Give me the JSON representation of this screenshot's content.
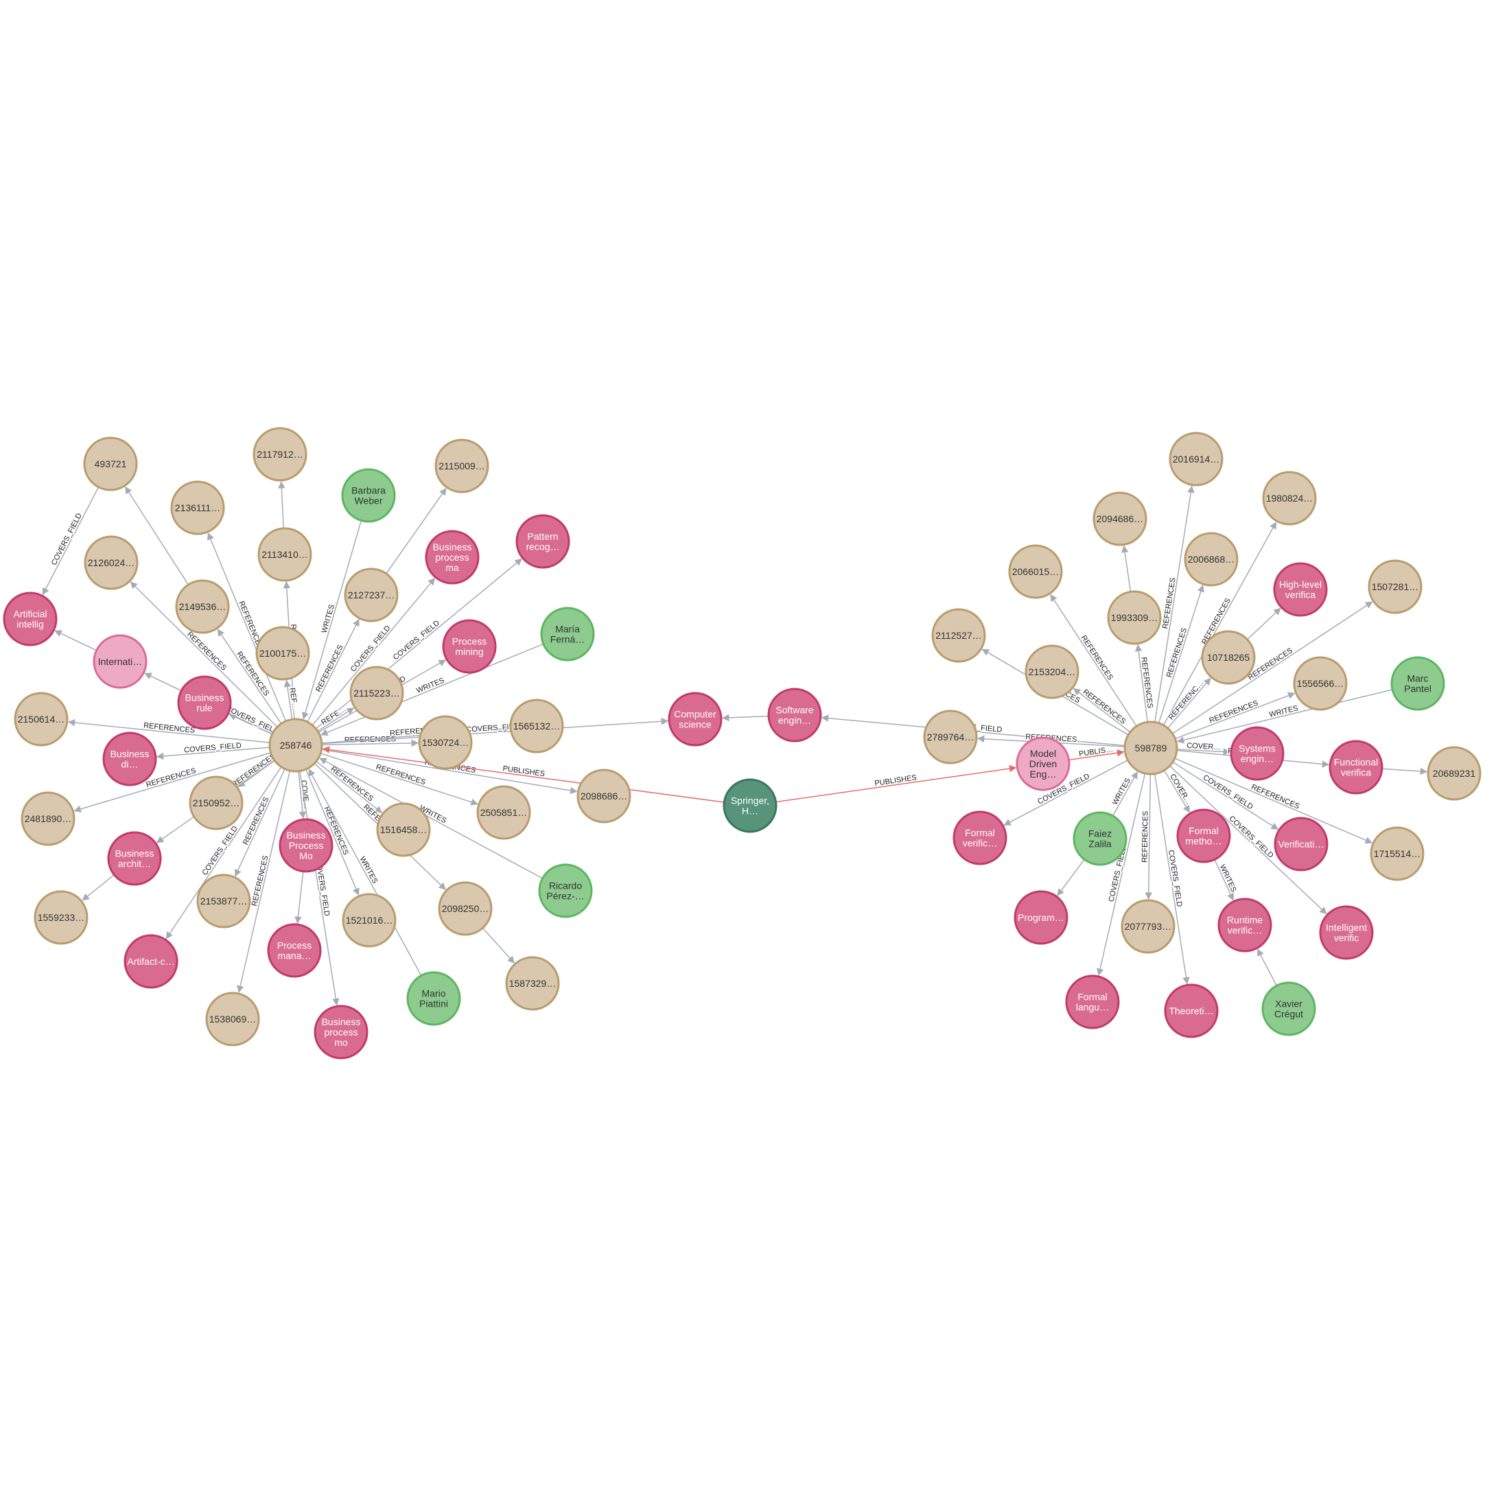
{
  "colors": {
    "paper": {
      "fill": "#d9c8ae",
      "stroke": "#b99b6d",
      "text": "#333333"
    },
    "field": {
      "fill": "#d96b91",
      "stroke": "#c13a69",
      "text": "#ffffff"
    },
    "venue": {
      "fill": "#eeaac4",
      "stroke": "#da6b96",
      "text": "#333333"
    },
    "author": {
      "fill": "#8dcb8f",
      "stroke": "#5db562",
      "text": "#333333"
    },
    "publisher": {
      "fill": "#57947a",
      "stroke": "#3b775c",
      "text": "#ffffff"
    },
    "edge": "#a5abb6",
    "edge_highlight": "#e46d70"
  },
  "nodes": [
    {
      "id": "n258746",
      "lines": [
        "258746"
      ],
      "type": "paper"
    },
    {
      "id": "n598789",
      "lines": [
        "598789"
      ],
      "type": "paper"
    },
    {
      "id": "n493721",
      "lines": [
        "493721"
      ],
      "type": "paper"
    },
    {
      "id": "n2117912",
      "lines": [
        "2117912…"
      ],
      "type": "paper"
    },
    {
      "id": "n2115009",
      "lines": [
        "2115009…"
      ],
      "type": "paper"
    },
    {
      "id": "n2136111",
      "lines": [
        "2136111…"
      ],
      "type": "paper"
    },
    {
      "id": "n2113410",
      "lines": [
        "2113410…"
      ],
      "type": "paper"
    },
    {
      "id": "n2126024",
      "lines": [
        "2126024…"
      ],
      "type": "paper"
    },
    {
      "id": "n2149536",
      "lines": [
        "2149536…"
      ],
      "type": "paper"
    },
    {
      "id": "n2127237",
      "lines": [
        "2127237…"
      ],
      "type": "paper"
    },
    {
      "id": "n2100175",
      "lines": [
        "2100175…"
      ],
      "type": "paper"
    },
    {
      "id": "n2115223",
      "lines": [
        "2115223…"
      ],
      "type": "paper"
    },
    {
      "id": "n2150614",
      "lines": [
        "2150614…"
      ],
      "type": "paper"
    },
    {
      "id": "n1530724",
      "lines": [
        "1530724…"
      ],
      "type": "paper"
    },
    {
      "id": "n1565132",
      "lines": [
        "1565132…"
      ],
      "type": "paper"
    },
    {
      "id": "n2150952",
      "lines": [
        "2150952…"
      ],
      "type": "paper"
    },
    {
      "id": "n2481890",
      "lines": [
        "2481890…"
      ],
      "type": "paper"
    },
    {
      "id": "n2505851",
      "lines": [
        "2505851…"
      ],
      "type": "paper"
    },
    {
      "id": "n2098686",
      "lines": [
        "2098686…"
      ],
      "type": "paper"
    },
    {
      "id": "n1516458",
      "lines": [
        "1516458…"
      ],
      "type": "paper"
    },
    {
      "id": "n1559233",
      "lines": [
        "1559233…"
      ],
      "type": "paper"
    },
    {
      "id": "n2153877",
      "lines": [
        "2153877…"
      ],
      "type": "paper"
    },
    {
      "id": "n1521016",
      "lines": [
        "1521016…"
      ],
      "type": "paper"
    },
    {
      "id": "n2098250",
      "lines": [
        "2098250…"
      ],
      "type": "paper"
    },
    {
      "id": "n1587329",
      "lines": [
        "1587329…"
      ],
      "type": "paper"
    },
    {
      "id": "n1538069",
      "lines": [
        "1538069…"
      ],
      "type": "paper"
    },
    {
      "id": "n2016914",
      "lines": [
        "2016914…"
      ],
      "type": "paper"
    },
    {
      "id": "n1980824",
      "lines": [
        "1980824…"
      ],
      "type": "paper"
    },
    {
      "id": "n2094686",
      "lines": [
        "2094686…"
      ],
      "type": "paper"
    },
    {
      "id": "n2006868",
      "lines": [
        "2006868…"
      ],
      "type": "paper"
    },
    {
      "id": "n2066015",
      "lines": [
        "2066015…"
      ],
      "type": "paper"
    },
    {
      "id": "n1507281",
      "lines": [
        "1507281…"
      ],
      "type": "paper"
    },
    {
      "id": "n1993309",
      "lines": [
        "1993309…"
      ],
      "type": "paper"
    },
    {
      "id": "n2112527",
      "lines": [
        "2112527…"
      ],
      "type": "paper"
    },
    {
      "id": "n10718265",
      "lines": [
        "10718265"
      ],
      "type": "paper"
    },
    {
      "id": "n2153204",
      "lines": [
        "2153204…"
      ],
      "type": "paper"
    },
    {
      "id": "n1556566",
      "lines": [
        "1556566…"
      ],
      "type": "paper"
    },
    {
      "id": "n2789764",
      "lines": [
        "2789764…"
      ],
      "type": "paper"
    },
    {
      "id": "n20689231",
      "lines": [
        "20689231"
      ],
      "type": "paper"
    },
    {
      "id": "n1715514",
      "lines": [
        "1715514…"
      ],
      "type": "paper"
    },
    {
      "id": "n2077793",
      "lines": [
        "2077793…"
      ],
      "type": "paper"
    },
    {
      "id": "f_ai",
      "lines": [
        "Artificial",
        "intellig"
      ],
      "type": "field"
    },
    {
      "id": "f_pattern",
      "lines": [
        "Pattern",
        "recog…"
      ],
      "type": "field"
    },
    {
      "id": "f_bpma",
      "lines": [
        "Business",
        "process",
        "ma"
      ],
      "type": "field"
    },
    {
      "id": "f_procmining",
      "lines": [
        "Process",
        "mining"
      ],
      "type": "field"
    },
    {
      "id": "f_bizrule",
      "lines": [
        "Business",
        "rule"
      ],
      "type": "field"
    },
    {
      "id": "f_bizdi",
      "lines": [
        "Business",
        "di…"
      ],
      "type": "field"
    },
    {
      "id": "f_bizarch",
      "lines": [
        "Business",
        "archit…"
      ],
      "type": "field"
    },
    {
      "id": "f_bpmo",
      "lines": [
        "Business",
        "Process",
        "Mo"
      ],
      "type": "field"
    },
    {
      "id": "f_artifact",
      "lines": [
        "Artifact-c…"
      ],
      "type": "field"
    },
    {
      "id": "f_procmana",
      "lines": [
        "Process",
        "mana…"
      ],
      "type": "field"
    },
    {
      "id": "f_bpmo2",
      "lines": [
        "Business",
        "process",
        "mo"
      ],
      "type": "field"
    },
    {
      "id": "f_cs",
      "lines": [
        "Computer",
        "science"
      ],
      "type": "field"
    },
    {
      "id": "f_se",
      "lines": [
        "Software",
        "engin…"
      ],
      "type": "field"
    },
    {
      "id": "f_highlevel",
      "lines": [
        "High-level",
        "verifica"
      ],
      "type": "field"
    },
    {
      "id": "f_syseng",
      "lines": [
        "Systems",
        "engin…"
      ],
      "type": "field"
    },
    {
      "id": "f_funcverif",
      "lines": [
        "Functional",
        "verifica"
      ],
      "type": "field"
    },
    {
      "id": "f_formalverif",
      "lines": [
        "Formal",
        "verific…"
      ],
      "type": "field"
    },
    {
      "id": "f_formalmeth",
      "lines": [
        "Formal",
        "metho…"
      ],
      "type": "field"
    },
    {
      "id": "f_verificati",
      "lines": [
        "Verificati…"
      ],
      "type": "field"
    },
    {
      "id": "f_program",
      "lines": [
        "Program…"
      ],
      "type": "field"
    },
    {
      "id": "f_runtime",
      "lines": [
        "Runtime",
        "verific…"
      ],
      "type": "field"
    },
    {
      "id": "f_intelligent",
      "lines": [
        "Intelligent",
        "verific"
      ],
      "type": "field"
    },
    {
      "id": "f_formallang",
      "lines": [
        "Formal",
        "langu…"
      ],
      "type": "field"
    },
    {
      "id": "f_theoreti",
      "lines": [
        "Theoreti…"
      ],
      "type": "field"
    },
    {
      "id": "v_internati",
      "lines": [
        "Internati…"
      ],
      "type": "venue"
    },
    {
      "id": "v_mde",
      "lines": [
        "Model",
        "Driven",
        "Eng…"
      ],
      "type": "venue"
    },
    {
      "id": "a_barbara",
      "lines": [
        "Barbara",
        "Weber"
      ],
      "type": "author"
    },
    {
      "id": "a_maria",
      "lines": [
        "María",
        "Ferná…"
      ],
      "type": "author"
    },
    {
      "id": "a_ricardo",
      "lines": [
        "Ricardo",
        "Pérez-…"
      ],
      "type": "author"
    },
    {
      "id": "a_mario",
      "lines": [
        "Mario",
        "Piattini"
      ],
      "type": "author"
    },
    {
      "id": "a_marc",
      "lines": [
        "Marc",
        "Pantel"
      ],
      "type": "author"
    },
    {
      "id": "a_faiez",
      "lines": [
        "Faiez",
        "Zalila"
      ],
      "type": "author"
    },
    {
      "id": "a_xavier",
      "lines": [
        "Xavier",
        "Crégut"
      ],
      "type": "author"
    },
    {
      "id": "p_springer",
      "lines": [
        "Springer,",
        "H…"
      ],
      "type": "publisher"
    }
  ],
  "edges": [
    {
      "from": "n493721",
      "to": "f_ai",
      "label": "COVERS_FIELD"
    },
    {
      "from": "n2149536",
      "to": "n493721",
      "label": ""
    },
    {
      "from": "n258746",
      "to": "n2149536",
      "label": "REFERENCES"
    },
    {
      "from": "n258746",
      "to": "n2136111",
      "label": "REFERENCES"
    },
    {
      "from": "n2113410",
      "to": "n2117912",
      "label": ""
    },
    {
      "from": "n258746",
      "to": "n2113410",
      "label": "REFERENCES"
    },
    {
      "from": "n258746",
      "to": "n2100175",
      "label": "REF…"
    },
    {
      "from": "a_barbara",
      "to": "n258746",
      "label": "WRITES"
    },
    {
      "from": "n258746",
      "to": "n2127237",
      "label": "REFERENCES"
    },
    {
      "from": "n2127237",
      "to": "n2115009",
      "label": ""
    },
    {
      "from": "n258746",
      "to": "f_bpma",
      "label": "COVERS_FIELD"
    },
    {
      "from": "n258746",
      "to": "f_pattern",
      "label": "COVERS_FIELD"
    },
    {
      "from": "n258746",
      "to": "f_procmining",
      "label": "COVERS_FIELD"
    },
    {
      "from": "a_maria",
      "to": "n258746",
      "label": "WRITES"
    },
    {
      "from": "n258746",
      "to": "n2126024",
      "label": "REFERENCES"
    },
    {
      "from": "v_internati",
      "to": "f_ai",
      "label": ""
    },
    {
      "from": "n258746",
      "to": "v_internati",
      "label": "COVERS_FIELD"
    },
    {
      "from": "n258746",
      "to": "f_bizrule",
      "label": "COVERS_FIELD"
    },
    {
      "from": "n258746",
      "to": "n2150614",
      "label": "REFERENCES"
    },
    {
      "from": "n258746",
      "to": "f_bizdi",
      "label": "COVERS_FIELD"
    },
    {
      "from": "n258746",
      "to": "n2481890",
      "label": "REFERENCES"
    },
    {
      "from": "n258746",
      "to": "n2150952",
      "label": "REFERENCES"
    },
    {
      "from": "n258746",
      "to": "f_bizarch",
      "label": "REFERENCES"
    },
    {
      "from": "f_bizarch",
      "to": "n1559233",
      "label": ""
    },
    {
      "from": "n258746",
      "to": "f_artifact",
      "label": "COVERS_FIELD"
    },
    {
      "from": "n258746",
      "to": "n2153877",
      "label": "REFERENCES"
    },
    {
      "from": "n258746",
      "to": "n1538069",
      "label": "REFERENCES"
    },
    {
      "from": "n258746",
      "to": "f_bpmo",
      "label": "COVE…"
    },
    {
      "from": "f_bpmo",
      "to": "f_procmana",
      "label": ""
    },
    {
      "from": "n258746",
      "to": "f_bpmo2",
      "label": "COVERS_FIELD"
    },
    {
      "from": "n258746",
      "to": "n1521016",
      "label": "REFERENCES"
    },
    {
      "from": "a_mario",
      "to": "n258746",
      "label": "WRITES"
    },
    {
      "from": "n258746",
      "to": "n1516458",
      "label": "REFERENCES"
    },
    {
      "from": "n258746",
      "to": "n2098250",
      "label": "REFERENCES"
    },
    {
      "from": "n2098250",
      "to": "n1587329",
      "label": ""
    },
    {
      "from": "a_ricardo",
      "to": "n258746",
      "label": "WRITES"
    },
    {
      "from": "n258746",
      "to": "n2505851",
      "label": "REFERENCES"
    },
    {
      "from": "n258746",
      "to": "n2098686",
      "label": "REFERENCES"
    },
    {
      "from": "n258746",
      "to": "n1530724",
      "label": "REFERENCES"
    },
    {
      "from": "n258746",
      "to": "n1565132",
      "label": "REFERENCES"
    },
    {
      "from": "n258746",
      "to": "f_cs",
      "label": "COVERS_FIELD"
    },
    {
      "from": "n258746",
      "to": "n2115223",
      "label": "REFE…"
    },
    {
      "from": "p_springer",
      "to": "n258746",
      "label": "PUBLISHES",
      "highlight": true
    },
    {
      "from": "p_springer",
      "to": "v_mde",
      "label": "PUBLISHES",
      "highlight": true
    },
    {
      "from": "v_mde",
      "to": "n598789",
      "label": "PUBLIS…",
      "highlight": true
    },
    {
      "from": "f_se",
      "to": "f_cs",
      "label": ""
    },
    {
      "from": "n598789",
      "to": "f_se",
      "label": "COVERS_FIELD"
    },
    {
      "from": "n598789",
      "to": "n2789764",
      "label": "REFERENCES"
    },
    {
      "from": "n598789",
      "to": "n2066015",
      "label": "REFERENCES"
    },
    {
      "from": "n598789",
      "to": "n2112527",
      "label": "REFERENCES"
    },
    {
      "from": "n598789",
      "to": "n2153204",
      "label": "REFERENCES"
    },
    {
      "from": "n598789",
      "to": "n1993309",
      "label": "REFERENCES"
    },
    {
      "from": "n1993309",
      "to": "n2094686",
      "label": ""
    },
    {
      "from": "n598789",
      "to": "n2016914",
      "label": "REFERENCES"
    },
    {
      "from": "n598789",
      "to": "n2006868",
      "label": "REFERENCES"
    },
    {
      "from": "n598789",
      "to": "n1980824",
      "label": "REFERENCES"
    },
    {
      "from": "n598789",
      "to": "n10718265",
      "label": "REFERENC…"
    },
    {
      "from": "n10718265",
      "to": "f_highlevel",
      "label": ""
    },
    {
      "from": "n598789",
      "to": "n1507281",
      "label": "REFERENCES"
    },
    {
      "from": "n598789",
      "to": "n1556566",
      "label": "REFERENCES"
    },
    {
      "from": "a_marc",
      "to": "n598789",
      "label": "WRITES"
    },
    {
      "from": "n598789",
      "to": "f_syseng",
      "label": "COVER…"
    },
    {
      "from": "n598789",
      "to": "f_funcverif",
      "label": "REFERENCES"
    },
    {
      "from": "f_funcverif",
      "to": "n20689231",
      "label": ""
    },
    {
      "from": "n598789",
      "to": "n1715514",
      "label": "REFERENCES"
    },
    {
      "from": "n598789",
      "to": "f_verificati",
      "label": "COVERS_FIELD"
    },
    {
      "from": "n598789",
      "to": "f_intelligent",
      "label": "COVERS_FIELD"
    },
    {
      "from": "n598789",
      "to": "f_formalmeth",
      "label": "COVER…"
    },
    {
      "from": "f_formalmeth",
      "to": "f_runtime",
      "label": "WRITES"
    },
    {
      "from": "a_xavier",
      "to": "f_runtime",
      "label": ""
    },
    {
      "from": "n598789",
      "to": "f_theoreti",
      "label": "COVERS_FIELD"
    },
    {
      "from": "n598789",
      "to": "n2077793",
      "label": "REFERENCES"
    },
    {
      "from": "n598789",
      "to": "f_formallang",
      "label": "COVERS_FIELD"
    },
    {
      "from": "a_faiez",
      "to": "n598789",
      "label": "WRITES"
    },
    {
      "from": "a_faiez",
      "to": "f_program",
      "label": ""
    },
    {
      "from": "n598789",
      "to": "f_formalverif",
      "label": "COVERS_FIELD"
    }
  ]
}
